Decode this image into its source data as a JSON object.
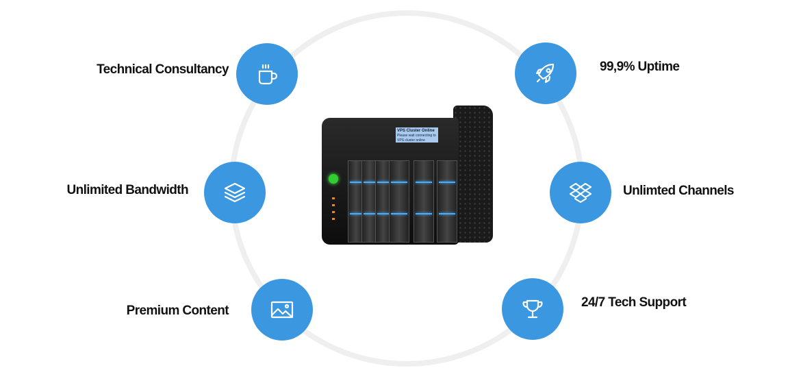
{
  "features": [
    {
      "label": "Technical Consultancy",
      "icon": "coffee-cup-icon"
    },
    {
      "label": "99,9% Uptime",
      "icon": "rocket-icon"
    },
    {
      "label": "Unlimited Bandwidth",
      "icon": "layers-icon"
    },
    {
      "label": "Unlimted Channels",
      "icon": "dropbox-icon"
    },
    {
      "label": "Premium Content",
      "icon": "image-icon"
    },
    {
      "label": "24/7 Tech Support",
      "icon": "trophy-icon"
    }
  ],
  "server": {
    "screen_title": "VPS Cluster Online",
    "screen_sub": "Please wait connecting to VPS cluster online"
  },
  "colors": {
    "accent": "#3a97e0",
    "ring": "#efefef"
  }
}
